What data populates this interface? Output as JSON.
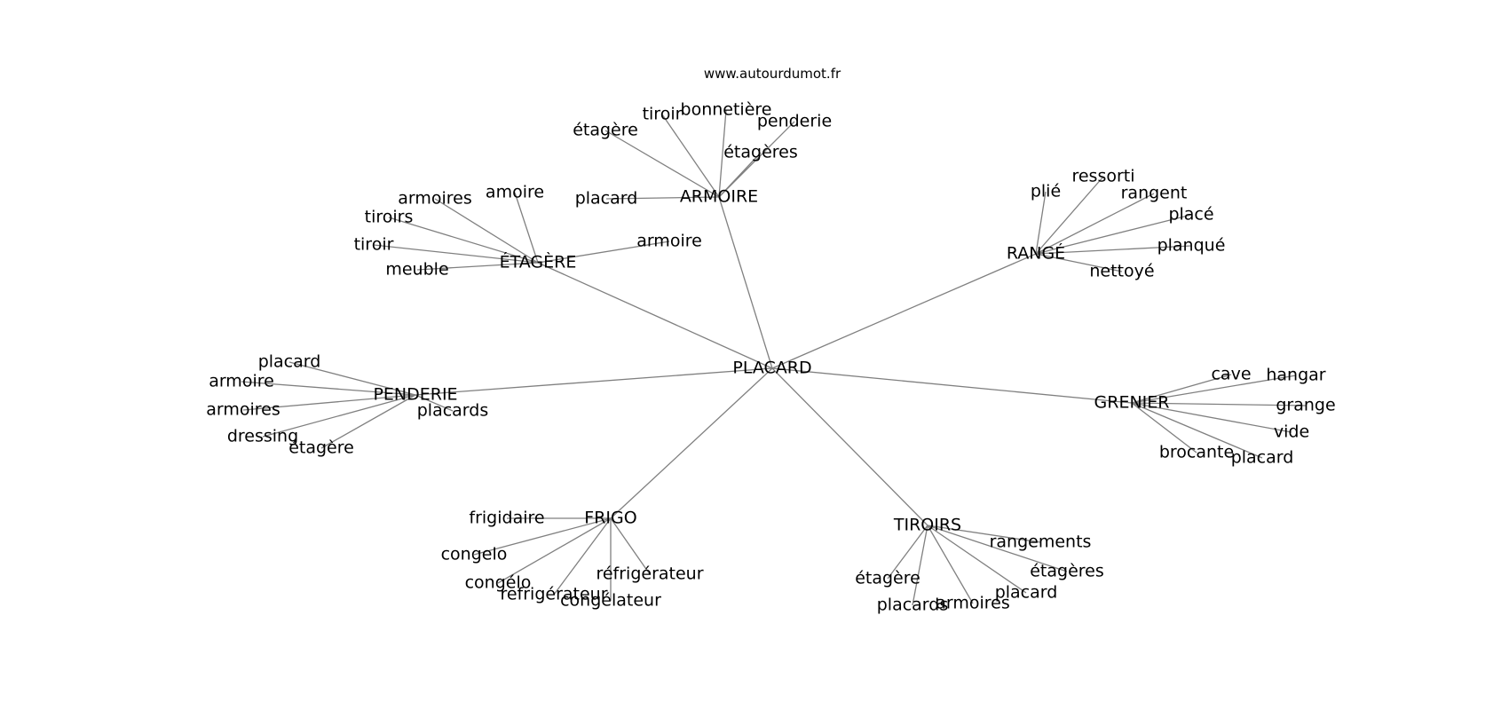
{
  "site": "www.autourdumot.fr",
  "center": "PLACARD",
  "clusters": [
    {
      "hub": "ARMOIRE",
      "leaves": [
        "étagère",
        "tiroir",
        "bonnetière",
        "penderie",
        "étagères",
        "placard"
      ]
    },
    {
      "hub": "ÉTAGÈRE",
      "leaves": [
        "armoires",
        "amoire",
        "tiroirs",
        "tiroir",
        "meuble",
        "armoire"
      ]
    },
    {
      "hub": "RANGÉ",
      "leaves": [
        "plié",
        "ressorti",
        "rangent",
        "placé",
        "planqué",
        "nettoyé"
      ]
    },
    {
      "hub": "PENDERIE",
      "leaves": [
        "placard",
        "armoire",
        "armoires",
        "dressing",
        "étagère",
        "placards"
      ]
    },
    {
      "hub": "GRENIER",
      "leaves": [
        "cave",
        "hangar",
        "grange",
        "vide",
        "brocante",
        "placard"
      ]
    },
    {
      "hub": "FRIGO",
      "leaves": [
        "frigidaire",
        "congelo",
        "congélo",
        "réfrigérateur",
        "congélateur",
        "refrigérateur"
      ]
    },
    {
      "hub": "TIROIRS",
      "leaves": [
        "rangements",
        "étagères",
        "placard",
        "armoires",
        "placards",
        "étagère"
      ]
    }
  ]
}
